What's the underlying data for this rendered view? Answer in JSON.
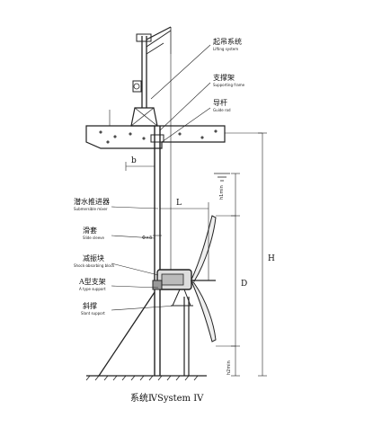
{
  "labels": {
    "lifting": {
      "cn": "起吊系统",
      "en": "Lifting system"
    },
    "support_frame": {
      "cn": "支撑架",
      "en": "Supporting frame"
    },
    "guide_rod": {
      "cn": "导杆",
      "en": "Guide rod"
    },
    "mixer": {
      "cn": "潜水推进器",
      "en": "Submersible mixer"
    },
    "slide": {
      "cn": "滑套",
      "en": "Slide sleeve"
    },
    "shock": {
      "cn": "减振块",
      "en": "Shock-absorbing block"
    },
    "a_support": {
      "cn": "A型支架",
      "en": "A type support"
    },
    "slant": {
      "cn": "斜撑",
      "en": "Slant support"
    }
  },
  "dimensions": {
    "b": "b",
    "L": "L",
    "D": "D",
    "H": "H",
    "h1": "h1min",
    "h2": "h2min",
    "phi": "Φ×δ"
  },
  "caption": "系统ⅣSystem IV"
}
